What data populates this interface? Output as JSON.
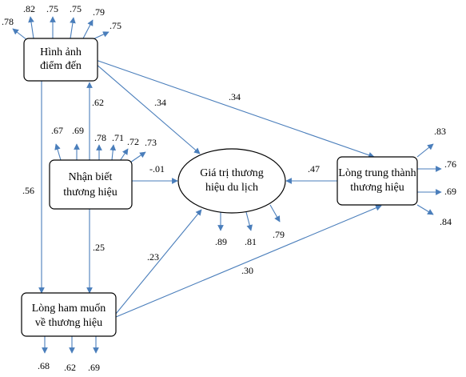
{
  "colors": {
    "arrow": "#4a7ebb",
    "border": "#000000",
    "background": "#ffffff"
  },
  "nodes": {
    "destination_image": {
      "line1": "Hình ảnh",
      "line2": "điểm đến"
    },
    "brand_awareness": {
      "line1": "Nhận biết",
      "line2": "thương hiệu"
    },
    "brand_value": {
      "line1": "Giá trị thương",
      "line2": "hiệu du lịch"
    },
    "brand_loyalty": {
      "line1": "Lòng trung thành",
      "line2": "thương hiệu"
    },
    "brand_desire": {
      "line1": "Lòng ham muốn",
      "line2": "về thương hiệu"
    }
  },
  "loadings": {
    "destination_image": [
      ".78",
      ".82",
      ".75",
      ".75",
      ".79",
      ".75"
    ],
    "brand_awareness": [
      ".67",
      ".69",
      ".78",
      ".71",
      ".72",
      ".73"
    ],
    "brand_value": [
      ".89",
      ".81",
      ".79"
    ],
    "brand_loyalty": [
      ".83",
      ".76",
      ".69",
      ".84"
    ],
    "brand_desire": [
      ".68",
      ".62",
      ".69"
    ]
  },
  "paths": {
    "image_to_value": ".34",
    "image_to_loyalty": ".34",
    "image_to_desire": ".56",
    "awareness_to_image": ".62",
    "awareness_to_value": "-.01",
    "awareness_to_desire": ".25",
    "loyalty_to_value": ".47",
    "desire_to_value": ".23",
    "desire_to_loyalty": ".30"
  }
}
